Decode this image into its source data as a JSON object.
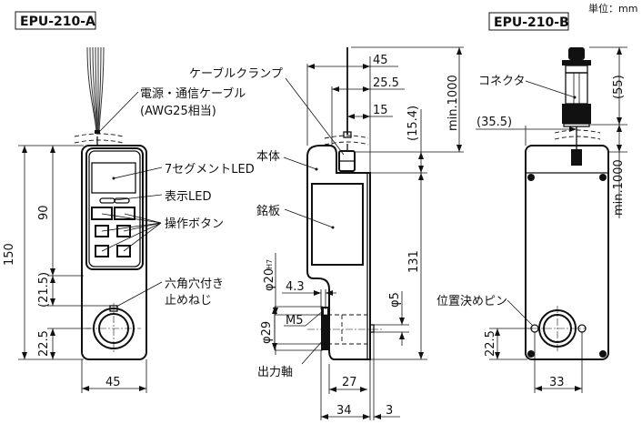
{
  "unit_label": "単位：mm",
  "views": {
    "a": {
      "title": "EPU-210-A",
      "callouts": {
        "cable_line1": "電源・通信ケーブル",
        "cable_line2": "(AWG25相当)",
        "seven_segment": "7セグメントLED",
        "indicator_led": "表示LED",
        "buttons": "操作ボタン",
        "setscrew_line1": "六角穴付き",
        "setscrew_line2": "止めねじ"
      },
      "dimensions": {
        "overall_height": "150",
        "panel_height": "90",
        "lower_height": "(21.5)",
        "shaft_height": "22.5",
        "width": "45"
      }
    },
    "side": {
      "callouts": {
        "cable_clamp": "ケーブルクランプ",
        "body": "本体",
        "nameplate": "銘板",
        "output_shaft": "出力軸",
        "thread": "M5"
      },
      "dimensions": {
        "top_width": "45",
        "clamp_offset": "25.5",
        "cable_offset": "15",
        "clamp_height": "(15.4)",
        "cable_length": "min.1000",
        "bore": "φ20",
        "bore_tolerance": "H7",
        "bore_depth": "4.3",
        "hub_diameter": "φ29",
        "pin_diameter": "φ5",
        "body_height": "131",
        "lower_depth": "27",
        "shaft_depth": "34",
        "pin_protrusion": "3"
      }
    },
    "b": {
      "title": "EPU-210-B",
      "callouts": {
        "connector": "コネクタ",
        "locating_pin": "位置決めピン"
      },
      "dimensions": {
        "connector_height": "(55)",
        "connector_offset": "(35.5)",
        "cable_length": "min.1000",
        "shaft_height": "22.5",
        "pin_pitch": "33"
      }
    }
  }
}
